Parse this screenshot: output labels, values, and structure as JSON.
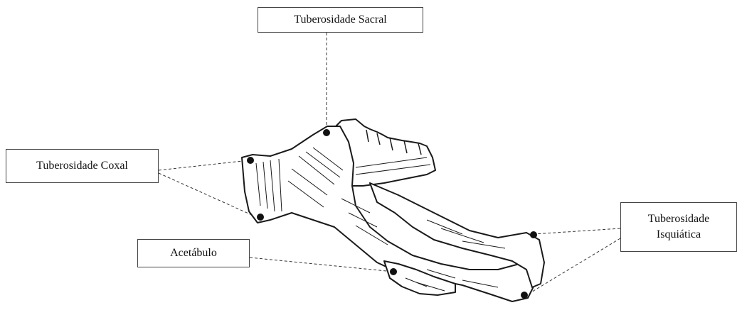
{
  "labels": {
    "sacral": "Tuberosidade Sacral",
    "coxal": "Tuberosidade Coxal",
    "acetabulo": "Acetábulo",
    "isquiatica_line1": "Tuberosidade",
    "isquiatica_line2": "Isquiática"
  },
  "colors": {
    "line": "#333333",
    "bone_outline": "#1a1a1a",
    "bone_fill": "#ffffff",
    "point": "#111111"
  }
}
